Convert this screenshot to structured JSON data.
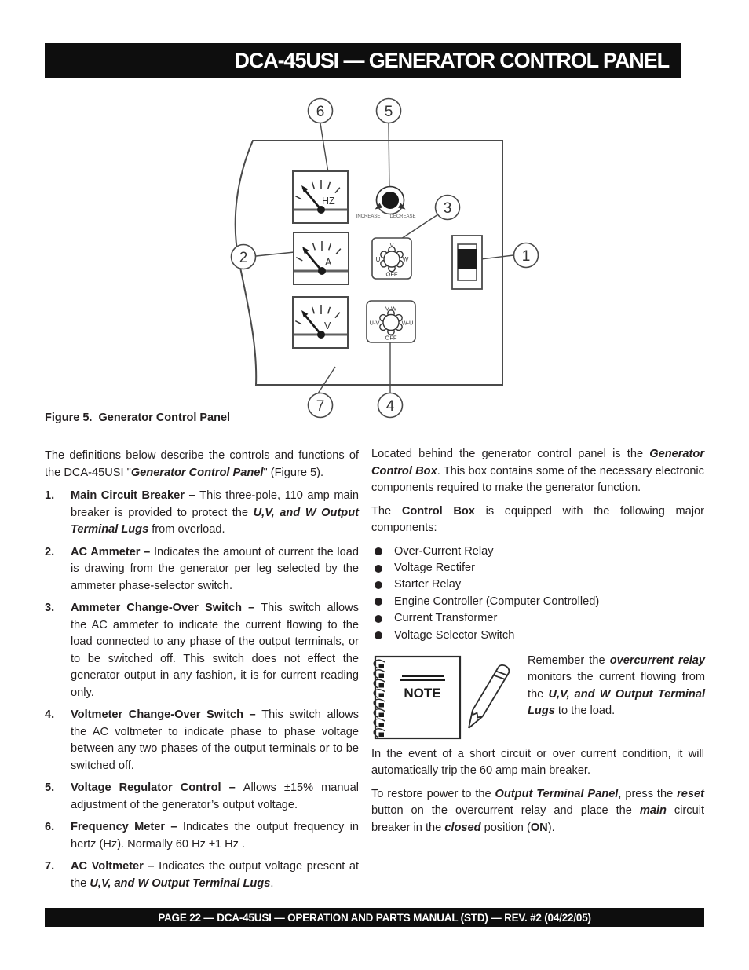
{
  "header": {
    "title": "DCA-45USI — GENERATOR CONTROL PANEL"
  },
  "figure": {
    "caption": "Figure 5.  Generator Control Panel",
    "callouts": {
      "n1": "1",
      "n2": "2",
      "n3": "3",
      "n4": "4",
      "n5": "5",
      "n6": "6",
      "n7": "7"
    },
    "meters": {
      "frequency": "HZ",
      "ammeter": "A",
      "voltmeter": "V"
    },
    "regulator": {
      "increase": "INCREASE",
      "decrease": "DECREASE"
    },
    "ammeter_switch": {
      "top": "V",
      "left": "U",
      "right": "W",
      "off": "OFF"
    },
    "voltmeter_switch": {
      "top": "V-W",
      "left": "U-V",
      "right": "W-U",
      "off": "OFF"
    }
  },
  "left_column": {
    "intro": [
      {
        "t": "The definitions below describe the controls and functions of the DCA-45USI \"",
        "s": "r"
      },
      {
        "t": "Generator Control Panel",
        "s": "bi"
      },
      {
        "t": "\" (Figure 5).",
        "s": "r"
      }
    ],
    "items": [
      {
        "num": "1.",
        "runs": [
          {
            "t": "Main Circuit Breaker – ",
            "s": "b"
          },
          {
            "t": "This three-pole, 110 amp main breaker is provided to protect the ",
            "s": "r"
          },
          {
            "t": "U,V, and W Output Terminal Lugs",
            "s": "bi"
          },
          {
            "t": " from overload.",
            "s": "r"
          }
        ]
      },
      {
        "num": "2.",
        "runs": [
          {
            "t": "AC Ammeter – ",
            "s": "b"
          },
          {
            "t": "Indicates the amount of current the load is drawing from the generator per leg selected by the ammeter phase-selector switch.",
            "s": "r"
          }
        ]
      },
      {
        "num": "3.",
        "runs": [
          {
            "t": "Ammeter Change-Over Switch – ",
            "s": "b"
          },
          {
            "t": "This switch allows the AC ammeter to indicate the current flowing to the load connected to any phase of the output terminals, or to be switched off. This switch does not effect the generator output in any fashion, it is for current reading only.",
            "s": "r"
          }
        ]
      },
      {
        "num": "4.",
        "runs": [
          {
            "t": "Voltmeter Change-Over Switch – ",
            "s": "b"
          },
          {
            "t": "This switch allows the AC voltmeter to indicate phase to phase voltage between any two phases of the output terminals or to be switched off.",
            "s": "r"
          }
        ]
      },
      {
        "num": "5.",
        "runs": [
          {
            "t": "Voltage Regulator Control – ",
            "s": "b"
          },
          {
            "t": "Allows ±15% manual adjustment of the generator’s output voltage.",
            "s": "r"
          }
        ]
      },
      {
        "num": "6.",
        "runs": [
          {
            "t": "Frequency Meter – ",
            "s": "b"
          },
          {
            "t": "Indicates the output frequency in hertz (Hz). Normally 60 Hz  ±1 Hz .",
            "s": "r"
          }
        ]
      },
      {
        "num": "7.",
        "runs": [
          {
            "t": "AC Voltmeter – ",
            "s": "b"
          },
          {
            "t": "Indicates the output voltage present at the ",
            "s": "r"
          },
          {
            "t": "U,V, and W Output Terminal Lugs",
            "s": "bi"
          },
          {
            "t": ".",
            "s": "r"
          }
        ]
      }
    ]
  },
  "right_column": {
    "p1": [
      {
        "t": "Located behind the generator control panel is the ",
        "s": "r"
      },
      {
        "t": "Generator Control Box",
        "s": "bi"
      },
      {
        "t": ". This box contains some of the necessary electronic components required to make the generator function.",
        "s": "r"
      }
    ],
    "p2": [
      {
        "t": "The ",
        "s": "r"
      },
      {
        "t": "Control Box",
        "s": "b"
      },
      {
        "t": " is equipped with the following major components:",
        "s": "r"
      }
    ],
    "bullets": [
      "Over-Current Relay",
      "Voltage Rectifer",
      "Starter Relay",
      "Engine Controller (Computer Controlled)",
      "Current Transformer",
      "Voltage Selector Switch"
    ],
    "note": {
      "label": "NOTE",
      "runs": [
        {
          "t": "Remember the ",
          "s": "r"
        },
        {
          "t": "overcurrent relay",
          "s": "bi"
        },
        {
          "t": " monitors the current flowing from the ",
          "s": "r"
        },
        {
          "t": "U,V, and W Output Terminal Lugs",
          "s": "bi"
        },
        {
          "t": " to the load.",
          "s": "r"
        }
      ]
    },
    "p3": [
      {
        "t": "In the event of a short circuit or over current condition, it will automatically trip the 60 amp main breaker.",
        "s": "r"
      }
    ],
    "p4": [
      {
        "t": "To restore power to the ",
        "s": "r"
      },
      {
        "t": "Output Terminal Panel",
        "s": "bi"
      },
      {
        "t": ", press the ",
        "s": "r"
      },
      {
        "t": "reset",
        "s": "bi"
      },
      {
        "t": " button on the overcurrent relay and place the ",
        "s": "r"
      },
      {
        "t": "main",
        "s": "bi"
      },
      {
        "t": " circuit breaker in the ",
        "s": "r"
      },
      {
        "t": "closed",
        "s": "bi"
      },
      {
        "t": " position (",
        "s": "r"
      },
      {
        "t": "ON",
        "s": "b"
      },
      {
        "t": ").",
        "s": "r"
      }
    ]
  },
  "footer": {
    "text": "PAGE 22 — DCA-45USI —  OPERATION AND PARTS  MANUAL  (STD) — REV. #2  (04/22/05)"
  }
}
